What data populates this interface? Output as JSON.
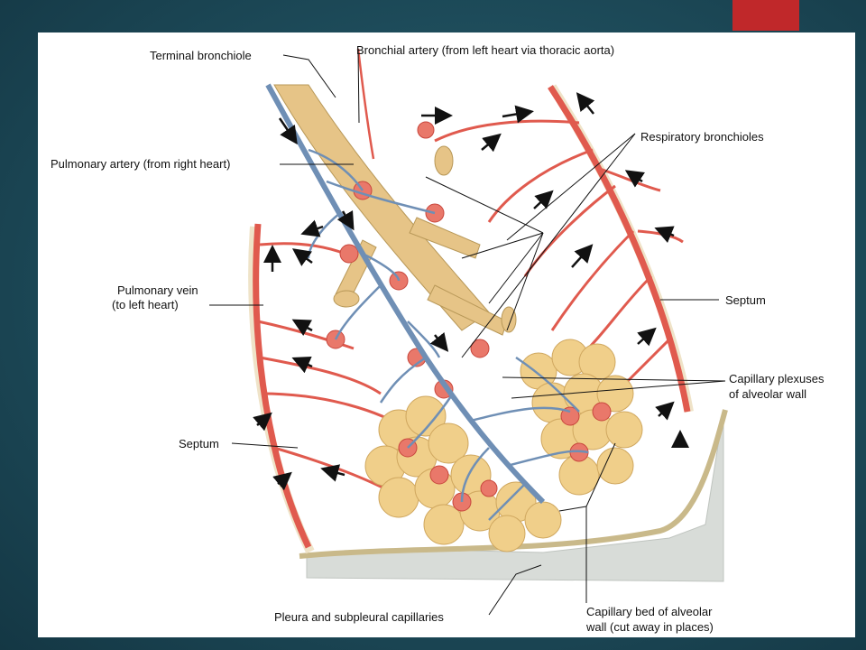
{
  "labels": {
    "terminal_bronchiole": "Terminal bronchiole",
    "bronchial_artery": "Bronchial artery (from left heart via thoracic aorta)",
    "respiratory_bronchioles": "Respiratory bronchioles",
    "pulmonary_artery": "Pulmonary artery (from right heart)",
    "pulmonary_vein_1": "Pulmonary vein",
    "pulmonary_vein_2": "(to left heart)",
    "septum_right": "Septum",
    "capillary_plexuses_1": "Capillary plexuses",
    "capillary_plexuses_2": "of alveolar wall",
    "septum_left": "Septum",
    "pleura": "Pleura and subpleural capillaries",
    "capillary_bed_1": "Capillary bed of alveolar",
    "capillary_bed_2": "wall (cut away in places)"
  },
  "colors": {
    "accent": "#c0282a",
    "artery_red": "#e05a4e",
    "vein_blue": "#6f8fb5",
    "bronchiole_tan": "#e6c487",
    "alveolus_yellow": "#f0cf8a"
  }
}
